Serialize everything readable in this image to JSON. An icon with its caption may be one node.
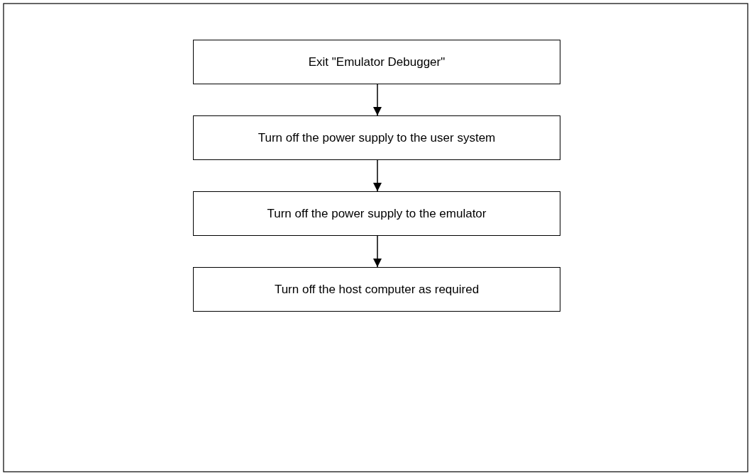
{
  "diagram": {
    "nodes": [
      {
        "text": [
          "Exit \"Emulator Debugger\""
        ]
      },
      {
        "text": [
          "Turn off the power supply to the user system"
        ]
      },
      {
        "text": [
          "Turn off the power supply to the emulator"
        ]
      },
      {
        "text": [
          "Turn off the host computer as required"
        ]
      }
    ],
    "edges": [
      {
        "from": 0,
        "to": 1,
        "arrow": "to"
      },
      {
        "from": 1,
        "to": 2,
        "arrow": "to"
      },
      {
        "from": 2,
        "to": 3,
        "arrow": "to"
      }
    ]
  }
}
